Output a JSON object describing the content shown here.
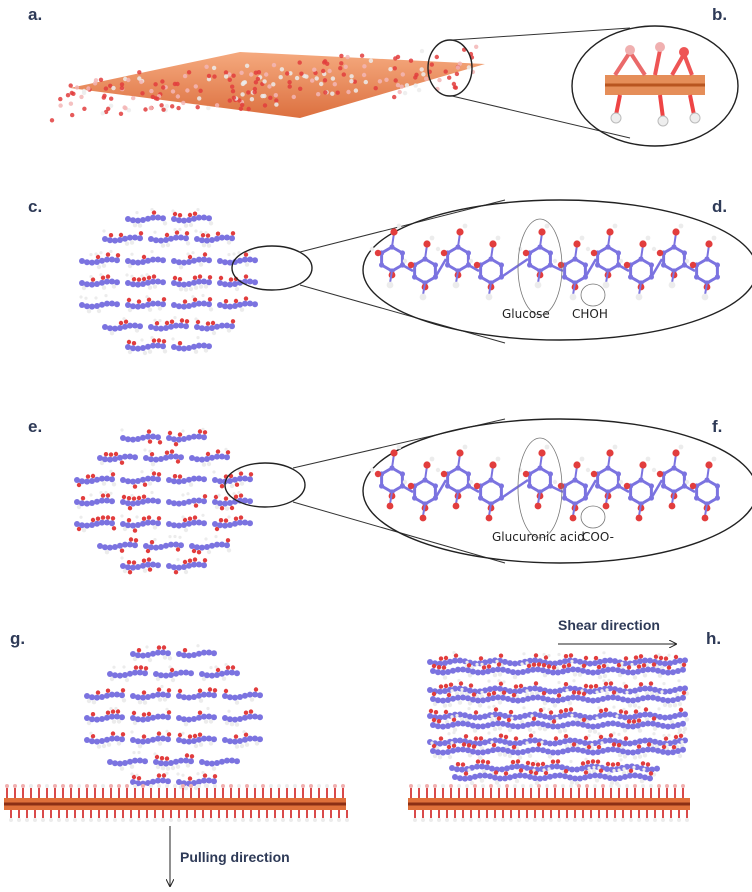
{
  "panels": {
    "a": "a.",
    "b": "b.",
    "c": "c.",
    "d": "d.",
    "e": "e.",
    "f": "f.",
    "g": "g.",
    "h": "h."
  },
  "annotations": {
    "glucose": "Glucose",
    "choh": "CHOH",
    "glucuronic_acid": "Glucuronic acid",
    "coo": "COO-"
  },
  "directions": {
    "shear": "Shear direction",
    "pulling": "Pulling direction"
  },
  "colors": {
    "graphene": "#e0703a",
    "carbon": "#7b73e0",
    "oxygen": "#e23d3d",
    "hydrogen": "#ececec",
    "label": "#2e3a57"
  }
}
